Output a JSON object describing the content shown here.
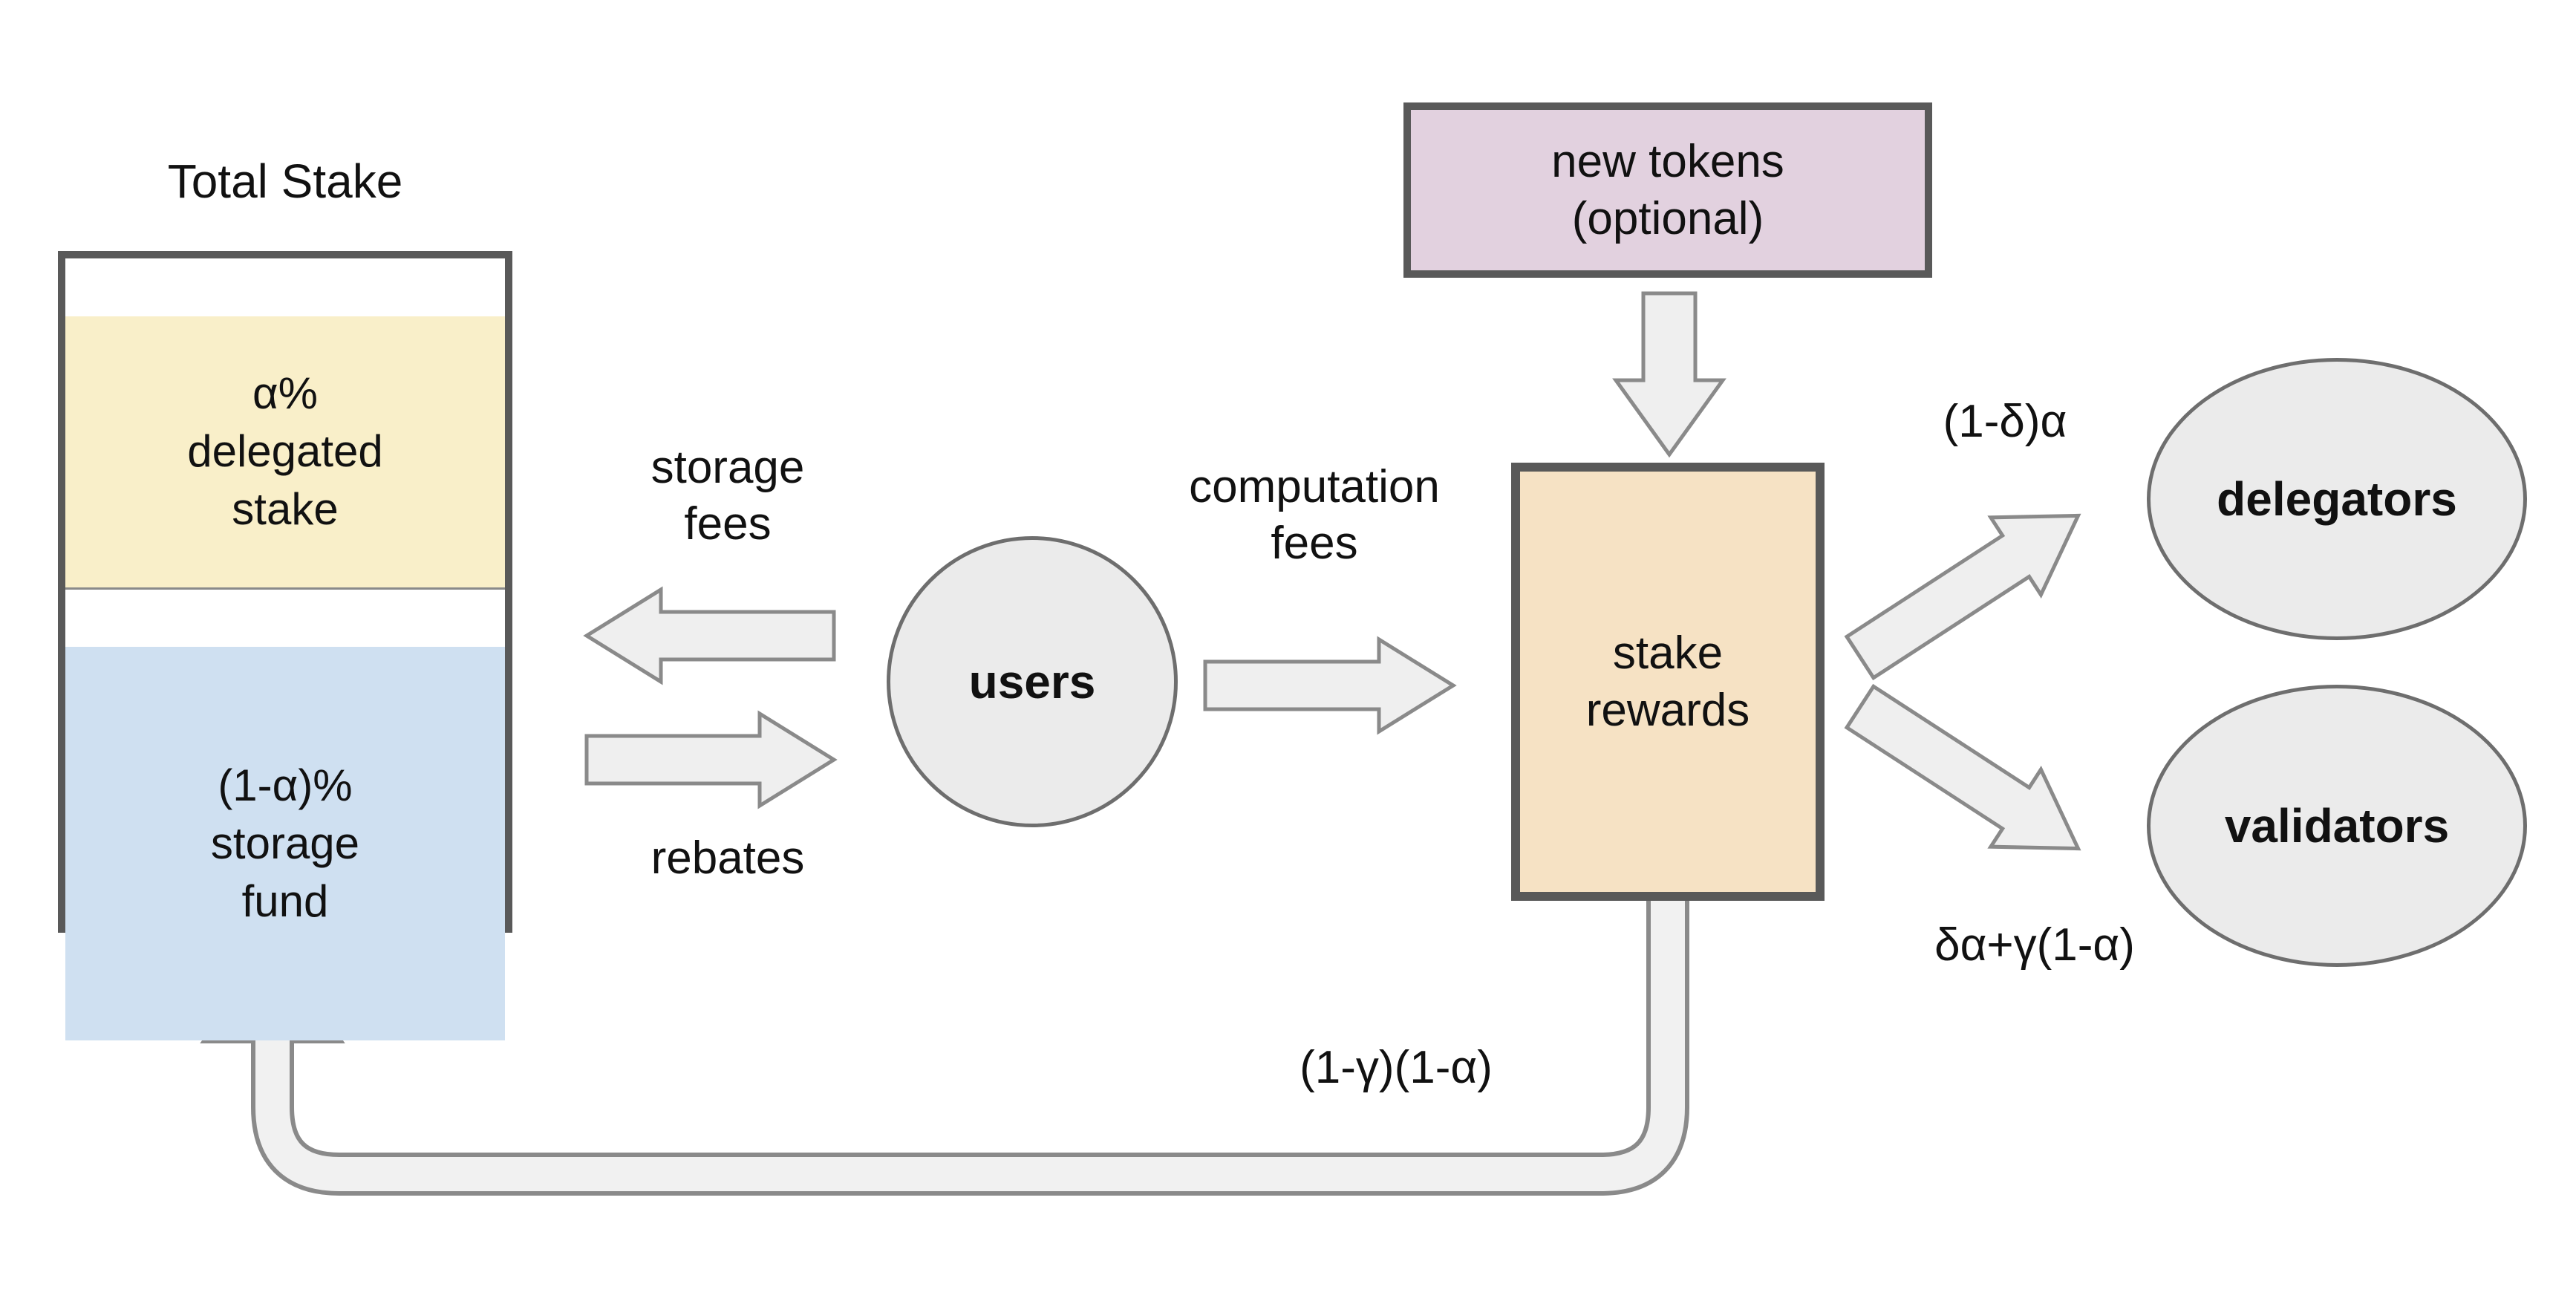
{
  "diagram": {
    "total_stake": {
      "title": "Total Stake",
      "delegated_label": "α%\ndelegated\nstake",
      "storage_fund_label": "(1-α)%\nstorage\nfund"
    },
    "nodes": {
      "users": "users",
      "new_tokens": "new tokens\n(optional)",
      "stake_rewards": "stake\nrewards",
      "delegators": "delegators",
      "validators": "validators"
    },
    "flows": {
      "storage_fees": "storage\nfees",
      "rebates": "rebates",
      "computation_fees": "computation\nfees",
      "to_delegators": "(1-δ)α",
      "to_validators": "δα+γ(1-α)",
      "to_storage_fund": "(1-γ)(1-α)"
    },
    "colors": {
      "delegated_stake_fill": "#f9efc9",
      "storage_fund_fill": "#cfe0f1",
      "new_tokens_fill": "#e2d1df",
      "stake_rewards_fill": "#f6e2c4",
      "node_fill": "#ebebeb",
      "arrow_fill": "#efefef",
      "arrow_stroke": "#8a8a8a",
      "border_dark": "#595959"
    }
  }
}
